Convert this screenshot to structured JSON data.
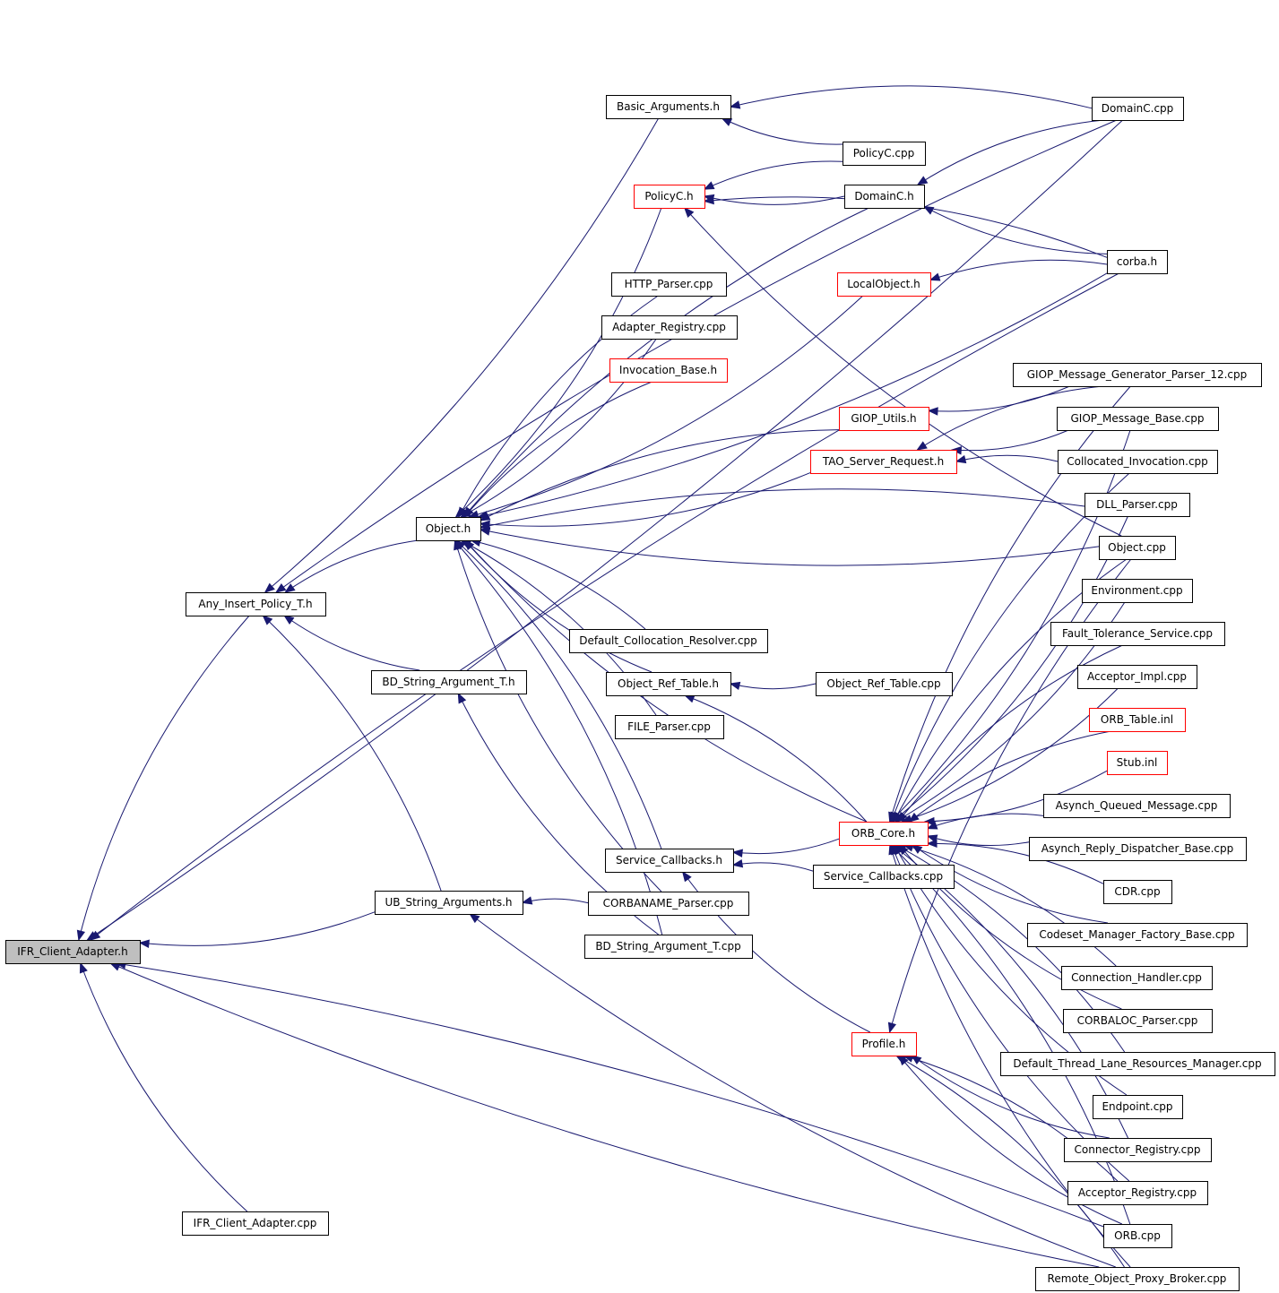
{
  "diagram": {
    "title": "IFR_Client_Adapter.h include dependency graph",
    "colors": {
      "edge": "#191970",
      "border_normal": "#000000",
      "border_truncated": "#ff0000",
      "root_fill": "#bfbfbf"
    },
    "nodes": [
      {
        "id": "ifr_client_adapter_h",
        "label": "IFR_Client_Adapter.h",
        "style": "root"
      },
      {
        "id": "ifr_client_adapter_cpp",
        "label": "IFR_Client_Adapter.cpp",
        "style": "normal"
      },
      {
        "id": "any_insert_policy_t_h",
        "label": "Any_Insert_Policy_T.h",
        "style": "normal"
      },
      {
        "id": "bd_string_argument_t_h",
        "label": "BD_String_Argument_T.h",
        "style": "normal"
      },
      {
        "id": "ub_string_arguments_h",
        "label": "UB_String_Arguments.h",
        "style": "normal"
      },
      {
        "id": "object_h",
        "label": "Object.h",
        "style": "normal"
      },
      {
        "id": "basic_arguments_h",
        "label": "Basic_Arguments.h",
        "style": "normal"
      },
      {
        "id": "policyc_h",
        "label": "PolicyC.h",
        "style": "truncated"
      },
      {
        "id": "http_parser_cpp",
        "label": "HTTP_Parser.cpp",
        "style": "normal"
      },
      {
        "id": "adapter_registry_cpp",
        "label": "Adapter_Registry.cpp",
        "style": "normal"
      },
      {
        "id": "invocation_base_h",
        "label": "Invocation_Base.h",
        "style": "truncated"
      },
      {
        "id": "default_collocation_resolver_cpp",
        "label": "Default_Collocation_Resolver.cpp",
        "style": "normal"
      },
      {
        "id": "object_ref_table_h",
        "label": "Object_Ref_Table.h",
        "style": "normal"
      },
      {
        "id": "file_parser_cpp",
        "label": "FILE_Parser.cpp",
        "style": "normal"
      },
      {
        "id": "service_callbacks_h",
        "label": "Service_Callbacks.h",
        "style": "normal"
      },
      {
        "id": "corbaname_parser_cpp",
        "label": "CORBANAME_Parser.cpp",
        "style": "normal"
      },
      {
        "id": "bd_string_argument_t_cpp",
        "label": "BD_String_Argument_T.cpp",
        "style": "normal"
      },
      {
        "id": "policyc_cpp",
        "label": "PolicyC.cpp",
        "style": "normal"
      },
      {
        "id": "domainc_h",
        "label": "DomainC.h",
        "style": "normal"
      },
      {
        "id": "localobject_h",
        "label": "LocalObject.h",
        "style": "truncated"
      },
      {
        "id": "giop_utils_h",
        "label": "GIOP_Utils.h",
        "style": "truncated"
      },
      {
        "id": "tao_server_request_h",
        "label": "TAO_Server_Request.h",
        "style": "truncated"
      },
      {
        "id": "object_ref_table_cpp",
        "label": "Object_Ref_Table.cpp",
        "style": "normal"
      },
      {
        "id": "orb_core_h",
        "label": "ORB_Core.h",
        "style": "truncated"
      },
      {
        "id": "service_callbacks_cpp",
        "label": "Service_Callbacks.cpp",
        "style": "normal"
      },
      {
        "id": "profile_h",
        "label": "Profile.h",
        "style": "truncated"
      },
      {
        "id": "domainc_cpp",
        "label": "DomainC.cpp",
        "style": "normal"
      },
      {
        "id": "corba_h",
        "label": "corba.h",
        "style": "normal"
      },
      {
        "id": "giop_message_generator_parser_12_cpp",
        "label": "GIOP_Message_Generator_Parser_12.cpp",
        "style": "normal"
      },
      {
        "id": "giop_message_base_cpp",
        "label": "GIOP_Message_Base.cpp",
        "style": "normal"
      },
      {
        "id": "collocated_invocation_cpp",
        "label": "Collocated_Invocation.cpp",
        "style": "normal"
      },
      {
        "id": "dll_parser_cpp",
        "label": "DLL_Parser.cpp",
        "style": "normal"
      },
      {
        "id": "object_cpp",
        "label": "Object.cpp",
        "style": "normal"
      },
      {
        "id": "environment_cpp",
        "label": "Environment.cpp",
        "style": "normal"
      },
      {
        "id": "fault_tolerance_service_cpp",
        "label": "Fault_Tolerance_Service.cpp",
        "style": "normal"
      },
      {
        "id": "acceptor_impl_cpp",
        "label": "Acceptor_Impl.cpp",
        "style": "normal"
      },
      {
        "id": "orb_table_inl",
        "label": "ORB_Table.inl",
        "style": "truncated"
      },
      {
        "id": "stub_inl",
        "label": "Stub.inl",
        "style": "truncated"
      },
      {
        "id": "asynch_queued_message_cpp",
        "label": "Asynch_Queued_Message.cpp",
        "style": "normal"
      },
      {
        "id": "asynch_reply_dispatcher_base_cpp",
        "label": "Asynch_Reply_Dispatcher_Base.cpp",
        "style": "normal"
      },
      {
        "id": "cdr_cpp",
        "label": "CDR.cpp",
        "style": "normal"
      },
      {
        "id": "codeset_manager_factory_base_cpp",
        "label": "Codeset_Manager_Factory_Base.cpp",
        "style": "normal"
      },
      {
        "id": "connection_handler_cpp",
        "label": "Connection_Handler.cpp",
        "style": "normal"
      },
      {
        "id": "corbaloc_parser_cpp",
        "label": "CORBALOC_Parser.cpp",
        "style": "normal"
      },
      {
        "id": "default_thread_lane_resources_manager_cpp",
        "label": "Default_Thread_Lane_Resources_Manager.cpp",
        "style": "normal"
      },
      {
        "id": "endpoint_cpp",
        "label": "Endpoint.cpp",
        "style": "normal"
      },
      {
        "id": "connector_registry_cpp",
        "label": "Connector_Registry.cpp",
        "style": "normal"
      },
      {
        "id": "acceptor_registry_cpp",
        "label": "Acceptor_Registry.cpp",
        "style": "normal"
      },
      {
        "id": "orb_cpp",
        "label": "ORB.cpp",
        "style": "normal"
      },
      {
        "id": "remote_object_proxy_broker_cpp",
        "label": "Remote_Object_Proxy_Broker.cpp",
        "style": "normal"
      }
    ],
    "edges": [
      {
        "from": "ifr_client_adapter_cpp",
        "to": "ifr_client_adapter_h"
      },
      {
        "from": "any_insert_policy_t_h",
        "to": "ifr_client_adapter_h"
      },
      {
        "from": "domainc_cpp",
        "to": "ifr_client_adapter_h"
      },
      {
        "from": "corba_h",
        "to": "ifr_client_adapter_h"
      },
      {
        "from": "remote_object_proxy_broker_cpp",
        "to": "ifr_client_adapter_h"
      },
      {
        "from": "orb_cpp",
        "to": "ifr_client_adapter_h"
      },
      {
        "from": "ub_string_arguments_h",
        "to": "ifr_client_adapter_h"
      },
      {
        "from": "object_h",
        "to": "any_insert_policy_t_h"
      },
      {
        "from": "bd_string_argument_t_h",
        "to": "any_insert_policy_t_h"
      },
      {
        "from": "ub_string_arguments_h",
        "to": "any_insert_policy_t_h"
      },
      {
        "from": "basic_arguments_h",
        "to": "any_insert_policy_t_h"
      },
      {
        "from": "domainc_cpp",
        "to": "any_insert_policy_t_h"
      },
      {
        "from": "bd_string_argument_t_cpp",
        "to": "bd_string_argument_t_h"
      },
      {
        "from": "corbaname_parser_cpp",
        "to": "ub_string_arguments_h"
      },
      {
        "from": "remote_object_proxy_broker_cpp",
        "to": "ub_string_arguments_h"
      },
      {
        "from": "domainc_cpp",
        "to": "basic_arguments_h"
      },
      {
        "from": "policyc_cpp",
        "to": "basic_arguments_h"
      },
      {
        "from": "policyc_cpp",
        "to": "policyc_h"
      },
      {
        "from": "domainc_h",
        "to": "policyc_h"
      },
      {
        "from": "corba_h",
        "to": "policyc_h"
      },
      {
        "from": "object_cpp",
        "to": "policyc_h"
      },
      {
        "from": "domainc_cpp",
        "to": "domainc_h"
      },
      {
        "from": "corba_h",
        "to": "domainc_h"
      },
      {
        "from": "corba_h",
        "to": "localobject_h"
      },
      {
        "from": "policyc_h",
        "to": "object_h"
      },
      {
        "from": "domainc_h",
        "to": "object_h"
      },
      {
        "from": "localobject_h",
        "to": "object_h"
      },
      {
        "from": "http_parser_cpp",
        "to": "object_h"
      },
      {
        "from": "adapter_registry_cpp",
        "to": "object_h"
      },
      {
        "from": "invocation_base_h",
        "to": "object_h"
      },
      {
        "from": "corba_h",
        "to": "object_h"
      },
      {
        "from": "giop_utils_h",
        "to": "object_h"
      },
      {
        "from": "tao_server_request_h",
        "to": "object_h"
      },
      {
        "from": "dll_parser_cpp",
        "to": "object_h"
      },
      {
        "from": "object_cpp",
        "to": "object_h"
      },
      {
        "from": "default_collocation_resolver_cpp",
        "to": "object_h"
      },
      {
        "from": "object_ref_table_h",
        "to": "object_h"
      },
      {
        "from": "file_parser_cpp",
        "to": "object_h"
      },
      {
        "from": "orb_core_h",
        "to": "object_h"
      },
      {
        "from": "service_callbacks_h",
        "to": "object_h"
      },
      {
        "from": "corbaname_parser_cpp",
        "to": "object_h"
      },
      {
        "from": "bd_string_argument_t_cpp",
        "to": "object_h"
      },
      {
        "from": "giop_message_generator_parser_12_cpp",
        "to": "giop_utils_h"
      },
      {
        "from": "giop_message_generator_parser_12_cpp",
        "to": "tao_server_request_h"
      },
      {
        "from": "giop_message_base_cpp",
        "to": "tao_server_request_h"
      },
      {
        "from": "collocated_invocation_cpp",
        "to": "tao_server_request_h"
      },
      {
        "from": "object_ref_table_cpp",
        "to": "object_ref_table_h"
      },
      {
        "from": "orb_core_h",
        "to": "object_ref_table_h"
      },
      {
        "from": "orb_core_h",
        "to": "service_callbacks_h"
      },
      {
        "from": "service_callbacks_cpp",
        "to": "service_callbacks_h"
      },
      {
        "from": "profile_h",
        "to": "service_callbacks_h"
      },
      {
        "from": "giop_message_generator_parser_12_cpp",
        "to": "orb_core_h"
      },
      {
        "from": "giop_message_base_cpp",
        "to": "orb_core_h"
      },
      {
        "from": "collocated_invocation_cpp",
        "to": "orb_core_h"
      },
      {
        "from": "dll_parser_cpp",
        "to": "orb_core_h"
      },
      {
        "from": "object_cpp",
        "to": "orb_core_h"
      },
      {
        "from": "environment_cpp",
        "to": "orb_core_h"
      },
      {
        "from": "fault_tolerance_service_cpp",
        "to": "orb_core_h"
      },
      {
        "from": "acceptor_impl_cpp",
        "to": "orb_core_h"
      },
      {
        "from": "orb_table_inl",
        "to": "orb_core_h"
      },
      {
        "from": "stub_inl",
        "to": "orb_core_h"
      },
      {
        "from": "asynch_queued_message_cpp",
        "to": "orb_core_h"
      },
      {
        "from": "asynch_reply_dispatcher_base_cpp",
        "to": "orb_core_h"
      },
      {
        "from": "cdr_cpp",
        "to": "orb_core_h"
      },
      {
        "from": "codeset_manager_factory_base_cpp",
        "to": "orb_core_h"
      },
      {
        "from": "connection_handler_cpp",
        "to": "orb_core_h"
      },
      {
        "from": "corbaloc_parser_cpp",
        "to": "orb_core_h"
      },
      {
        "from": "default_thread_lane_resources_manager_cpp",
        "to": "orb_core_h"
      },
      {
        "from": "endpoint_cpp",
        "to": "orb_core_h"
      },
      {
        "from": "connector_registry_cpp",
        "to": "orb_core_h"
      },
      {
        "from": "acceptor_registry_cpp",
        "to": "orb_core_h"
      },
      {
        "from": "orb_cpp",
        "to": "orb_core_h"
      },
      {
        "from": "remote_object_proxy_broker_cpp",
        "to": "orb_core_h"
      },
      {
        "from": "object_cpp",
        "to": "profile_h"
      },
      {
        "from": "connector_registry_cpp",
        "to": "profile_h"
      },
      {
        "from": "acceptor_registry_cpp",
        "to": "profile_h"
      },
      {
        "from": "orb_cpp",
        "to": "profile_h"
      },
      {
        "from": "remote_object_proxy_broker_cpp",
        "to": "profile_h"
      }
    ]
  }
}
